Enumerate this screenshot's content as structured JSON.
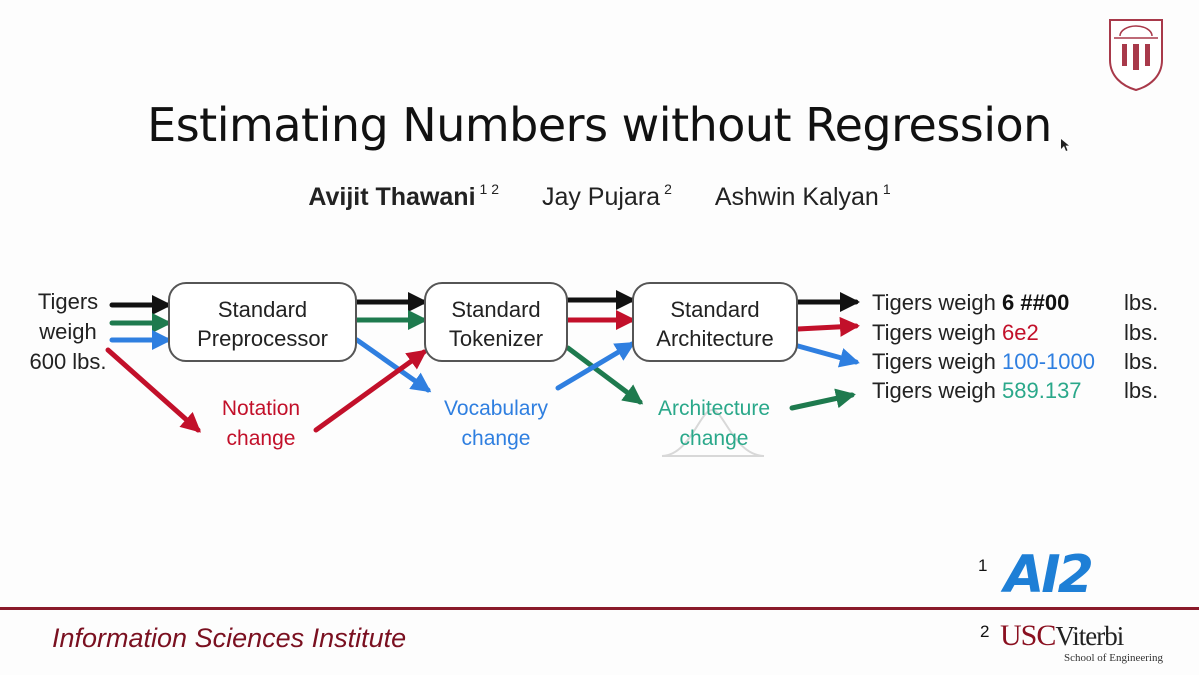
{
  "slide": {
    "title": "Estimating Numbers without Regression",
    "authors": [
      {
        "name": "Avijit Thawani",
        "affil": "1 2",
        "bold": true
      },
      {
        "name": "Jay Pujara",
        "affil": "2",
        "bold": false
      },
      {
        "name": "Ashwin Kalyan",
        "affil": "1",
        "bold": false
      }
    ],
    "input_lines": [
      "Tigers",
      "weigh",
      "600 lbs."
    ],
    "boxes": {
      "preprocessor": [
        "Standard",
        "Preprocessor"
      ],
      "tokenizer": [
        "Standard",
        "Tokenizer"
      ],
      "architecture": [
        "Standard",
        "Architecture"
      ]
    },
    "notes": {
      "notation": [
        "Notation",
        "change"
      ],
      "vocabulary": [
        "Vocabulary",
        "change"
      ],
      "architecture": [
        "Architecture",
        "change"
      ]
    },
    "outputs": [
      {
        "prefix": "Tigers weigh ",
        "value": "6 ##00",
        "unit": "lbs."
      },
      {
        "prefix": "Tigers weigh ",
        "value": "6e2",
        "unit": "lbs."
      },
      {
        "prefix": "Tigers weigh ",
        "value": "100-1000",
        "unit": "lbs."
      },
      {
        "prefix": "Tigers weigh ",
        "value": "589.137",
        "unit": "lbs."
      }
    ],
    "footer": "Information Sciences Institute",
    "logos": {
      "ai2_num": "1",
      "ai2_text": "AI2",
      "usc_num": "2",
      "usc_text": "USC",
      "viterbi_text": "Viterbi",
      "school_text": "School of Engineering"
    }
  },
  "colors": {
    "black": "#111111",
    "green": "#1e7a4e",
    "blue": "#2f7fe0",
    "red": "#c2102a",
    "teal": "#2aa88a",
    "usc_cardinal": "#8a1020"
  },
  "icons": [
    "usc-seal-icon",
    "cursor-icon"
  ]
}
